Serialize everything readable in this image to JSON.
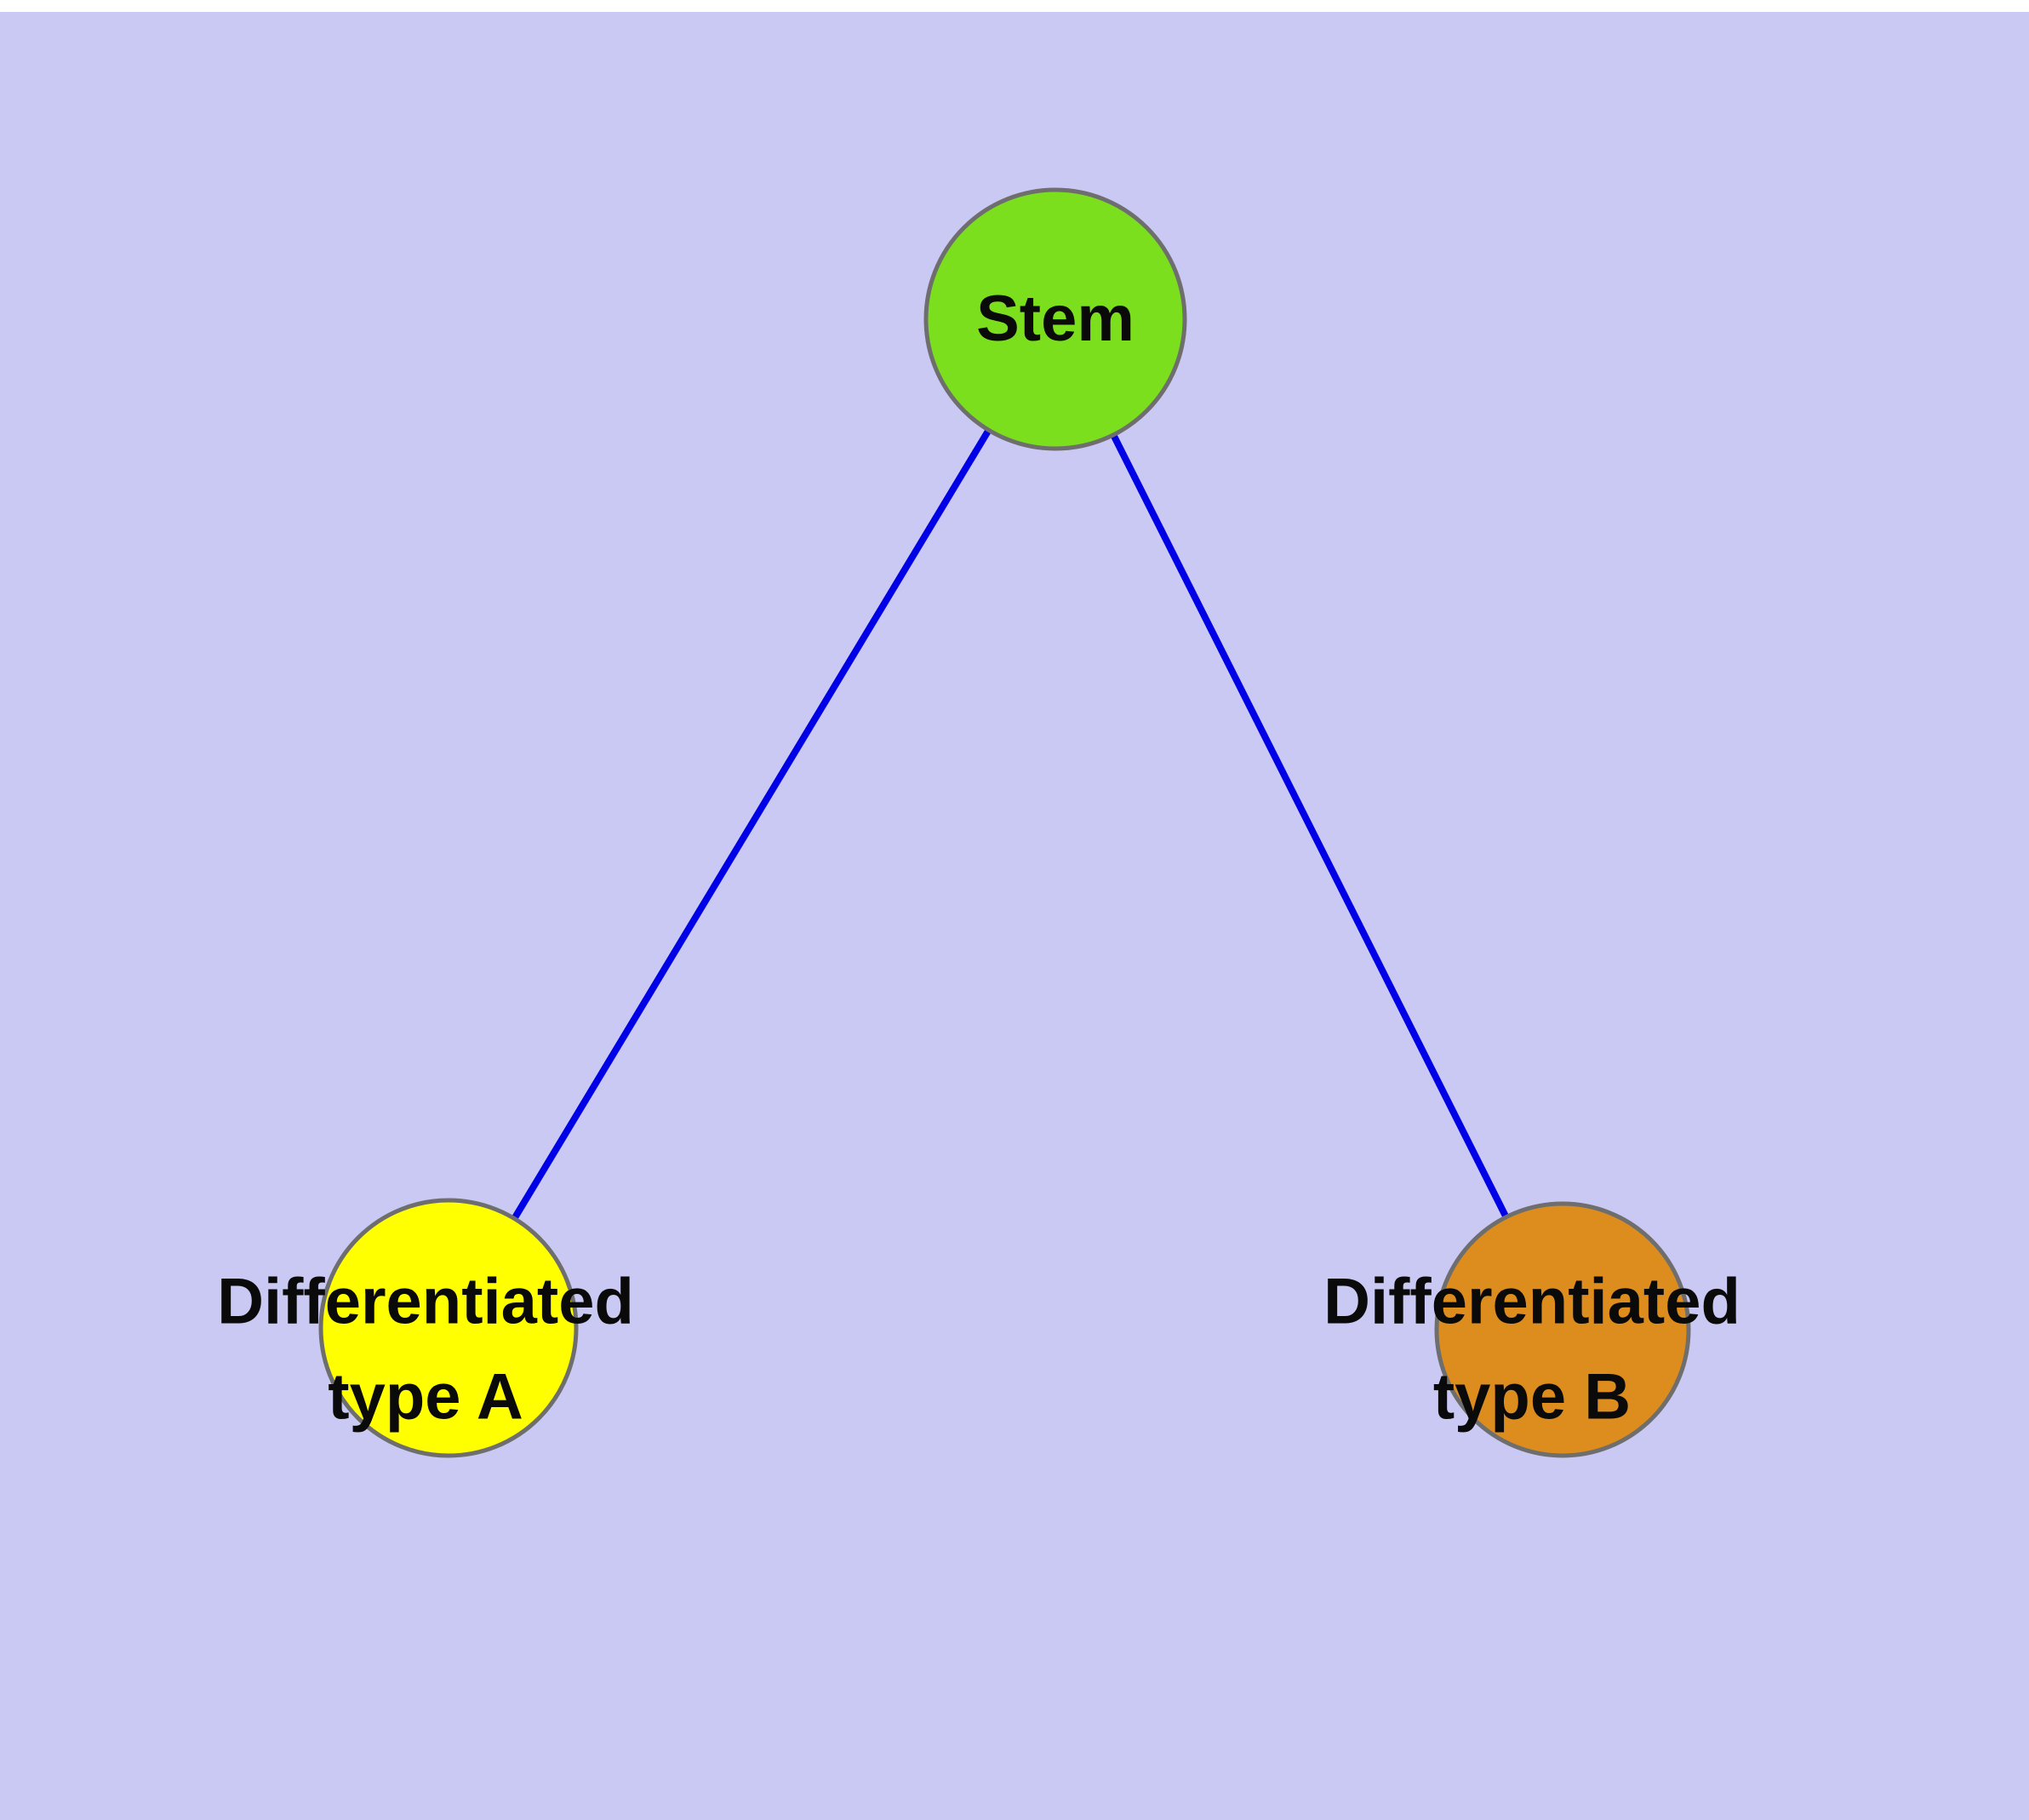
{
  "background_color": "#cac9f3",
  "edge": {
    "color": "#0000e6"
  },
  "nodes": {
    "stem": {
      "label": "Stem",
      "fill": "#7bdf1e",
      "border": "#6e6e6e"
    },
    "type_a": {
      "label": "Differentiated type A",
      "fill": "#ffff00",
      "border": "#6e6e6e"
    },
    "type_b": {
      "label": "Differentiated type B",
      "fill": "#dd8c1e",
      "border": "#6e6e6e"
    }
  }
}
